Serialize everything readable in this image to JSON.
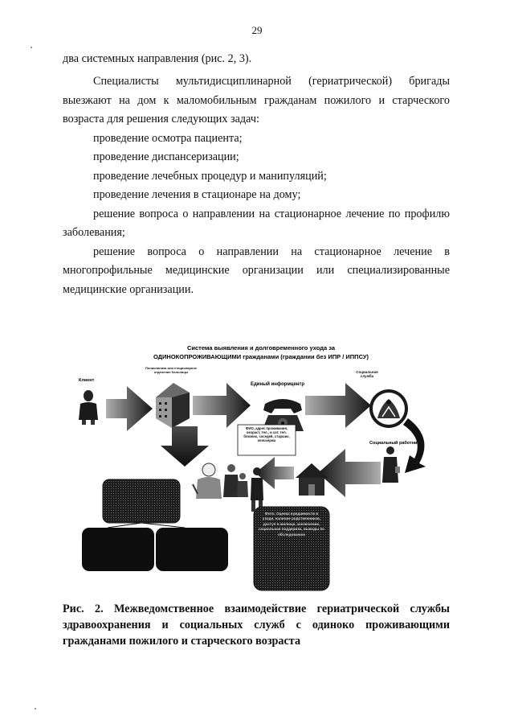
{
  "page": {
    "number": "29"
  },
  "body": {
    "line1": "два системных направления (рис. 2, 3).",
    "intro": "Специалисты мультидисциплинарной (гериатрической) бригады выезжают на дом к маломобильным гражданам пожилого и старческого возраста для решения следующих задач:",
    "tasks": [
      "проведение осмотра пациента;",
      "проведение диспансеризации;",
      "проведение лечебных процедур и манипуляций;",
      "проведение лечения в стационаре на дому;",
      "решение вопроса о направлении на стационарное лечение по профилю заболевания;",
      "решение вопроса о направлении на стационарное лечение в многопрофильные медицинские организации или специализированные медицинские организации."
    ]
  },
  "diagram": {
    "title_line1": "Система выявления и долговременного ухода за",
    "title_line2": "ОДИНОКОПРОЖИВАЮЩИМИ гражданами (граждании без ИПР / ИППСУ)",
    "label_client": "Клиент",
    "label_clinic": "Поликлиника или стационарное отделение больницы",
    "label_info_center": "Единый информцентр",
    "label_social_service": "Социальная служба",
    "label_social_worker": "Социальный работник",
    "note_info": "ФИО, адрес проживания, возраст, тел., и сот. тел. близких, соседей, старших, консьержа",
    "dark_box_text": "Фото. Оценка нуждаемости в уходе, наличие родственников, доступ в жилище, заключение, социальная поддержка, выводы по обследованию"
  },
  "caption": {
    "text": "Рис. 2. Межведомственное взаимодействие гериатрической службы здравоохранения и социальных служб с одиноко проживающими гражданами пожилого и старческого возраста"
  },
  "colors": {
    "text": "#111111",
    "arrow_dark": "#1a1a1a",
    "box_dark": "#0d0d0d",
    "arrow_gradient_light": "#9a9a9a"
  }
}
